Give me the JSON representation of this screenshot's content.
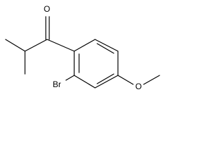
{
  "molecule": {
    "atom_labels": {
      "carbonyl_oxygen": "O",
      "bromine": "Br",
      "methoxy_oxygen": "O"
    },
    "colors": {
      "bonds": "#000000",
      "labels": "#000000",
      "background": "#ffffff"
    }
  }
}
